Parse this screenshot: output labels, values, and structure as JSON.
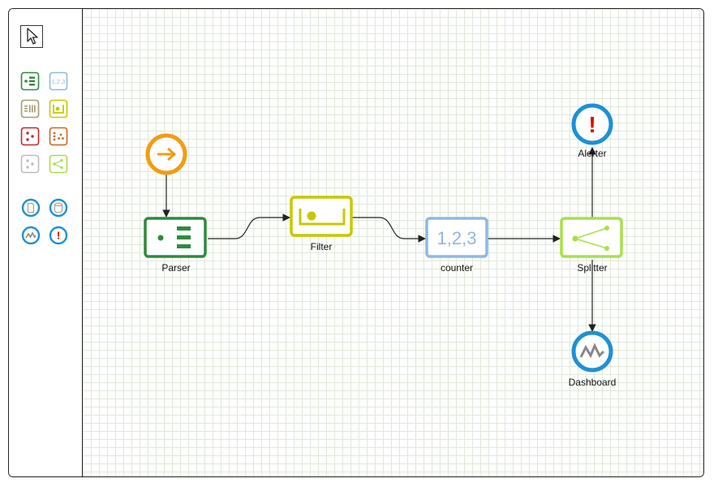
{
  "diagram": {
    "nodes": {
      "source": {
        "label": ""
      },
      "parser": {
        "label": "Parser"
      },
      "filter": {
        "label": "Filter"
      },
      "counter": {
        "label": "counter",
        "glyph": "1,2,3"
      },
      "splitter": {
        "label": "Splitter"
      },
      "alerter": {
        "label": "Alerter",
        "glyph": "!"
      },
      "dashboard": {
        "label": "Dashboard"
      }
    },
    "edges": [
      {
        "from": "source",
        "to": "parser"
      },
      {
        "from": "parser",
        "to": "filter"
      },
      {
        "from": "filter",
        "to": "counter"
      },
      {
        "from": "counter",
        "to": "splitter"
      },
      {
        "from": "splitter",
        "to": "alerter"
      },
      {
        "from": "splitter",
        "to": "dashboard"
      }
    ]
  },
  "palette": {
    "tools": [
      {
        "name": "parser-tool",
        "icon": "list-icon",
        "color": "#2e8b3c"
      },
      {
        "name": "counter-tool",
        "icon": "numbers-icon",
        "color": "#8fb8e0",
        "glyph": "1,2,3"
      },
      {
        "name": "bars-tool",
        "icon": "bars-icon",
        "color": "#a29a6e"
      },
      {
        "name": "filter-tool",
        "icon": "filter-icon",
        "color": "#c8c800"
      },
      {
        "name": "dots-tool",
        "icon": "dots-icon",
        "color": "#c0282d"
      },
      {
        "name": "cluster-tool",
        "icon": "cluster-icon",
        "color": "#c8691e"
      },
      {
        "name": "grey-dots-tool",
        "icon": "grey-dots-icon",
        "color": "#bdbdbd"
      },
      {
        "name": "splitter-tool",
        "icon": "share-icon",
        "color": "#a8e04a"
      },
      {
        "name": "document-tool",
        "icon": "document-icon",
        "color": "#1e90d6"
      },
      {
        "name": "database-tool",
        "icon": "database-icon",
        "color": "#1e90d6"
      },
      {
        "name": "monitor-tool",
        "icon": "wave-icon",
        "color": "#1e90d6"
      },
      {
        "name": "alert-tool",
        "icon": "exclamation-icon",
        "color": "#1e90d6",
        "glyph": "!"
      }
    ]
  },
  "colors": {
    "parser": "#2e8b3c",
    "filter": "#c8c800",
    "counter": "#8fb8e0",
    "splitter": "#a8e04a",
    "source": "#f39c12",
    "circle": "#1e90d6",
    "alert": "#e00000",
    "wave": "#888888",
    "edge": "#222222"
  }
}
